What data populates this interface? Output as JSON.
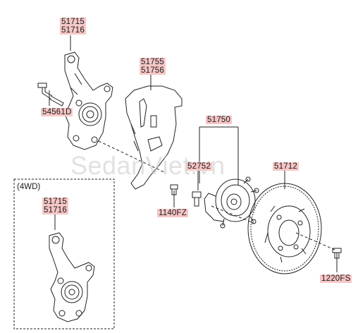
{
  "labels": {
    "knuckle_top_1": "51715",
    "knuckle_top_2": "51716",
    "bolt": "54561D",
    "dust_cover_1": "51755",
    "dust_cover_2": "51756",
    "hub_assy": "51750",
    "hub_bolt": "52752",
    "disc": "51712",
    "cover_screw": "1140FZ",
    "disc_screw": "1220FS",
    "fwd_title": "(4WD)",
    "knuckle_4wd_1": "51715",
    "knuckle_4wd_2": "51716"
  },
  "watermark": "SedanViet.vn",
  "colors": {
    "label_bg": "#f6c6c6",
    "line": "#222222"
  }
}
